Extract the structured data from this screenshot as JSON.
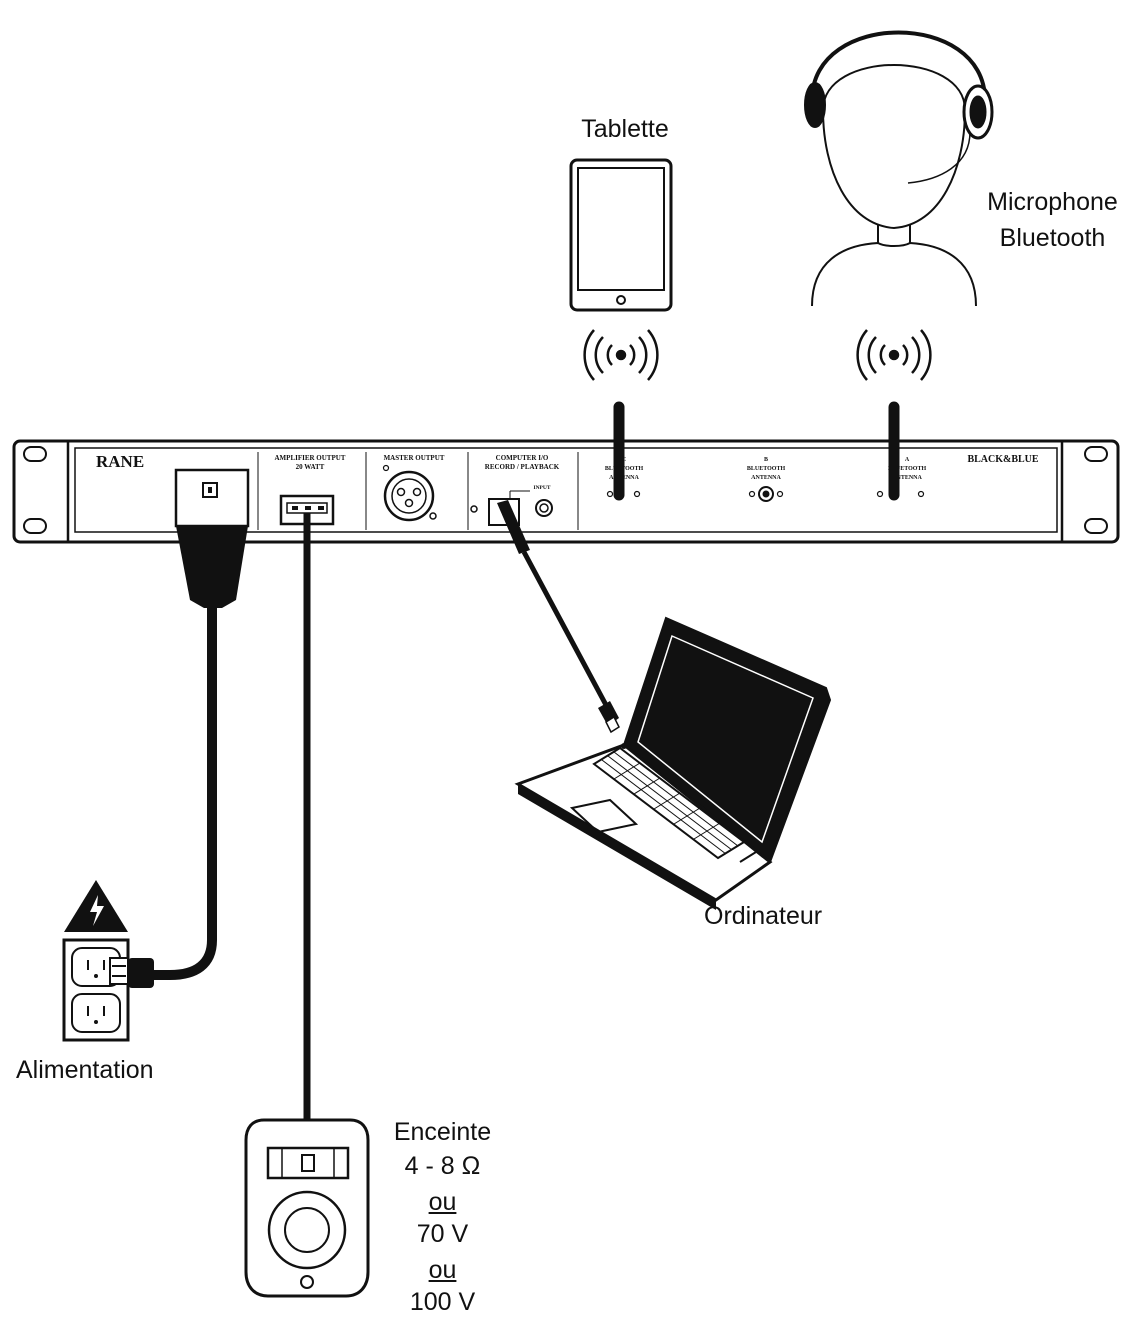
{
  "labels": {
    "tablet": "Tablette",
    "microphone_line1": "Microphone",
    "microphone_line2": "Bluetooth",
    "computer": "Ordinateur",
    "power": "Alimentation",
    "speaker": "Enceinte",
    "impedance": "4 - 8 Ω",
    "or_1": "ou",
    "voltage_70": "70 V",
    "or_2": "ou",
    "voltage_100": "100 V"
  },
  "panel": {
    "brand": "RANE",
    "model": "BLACK&BLUE",
    "amp_output_line1": "AMPLIFIER OUTPUT",
    "amp_output_line2": "20 WATT",
    "master_output": "MASTER OUTPUT",
    "computer_io_line1": "COMPUTER I/O",
    "computer_io_line2": "RECORD / PLAYBACK",
    "input_label": "INPUT",
    "antenna_c_line1": "C",
    "antenna_c_line2": "BLUETOOTH",
    "antenna_c_line3": "ANTENNA",
    "antenna_b_line1": "B",
    "antenna_b_line2": "BLUETOOTH",
    "antenna_b_line3": "ANTENNA",
    "antenna_a_line1": "A",
    "antenna_a_line2": "BLUETOOTH",
    "antenna_a_line3": "ANTENNA"
  },
  "colors": {
    "line": "#111111",
    "background": "#ffffff"
  }
}
